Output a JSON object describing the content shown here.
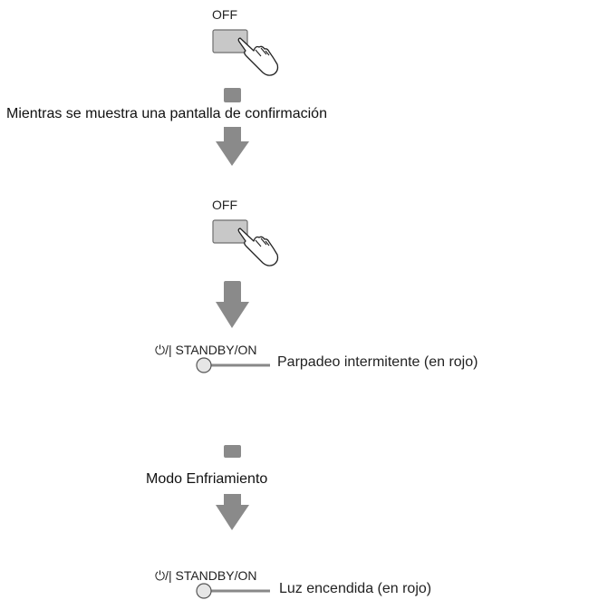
{
  "steps": {
    "off_label_1": "OFF",
    "confirm_text": "Mientras se muestra una pantalla de confirmación",
    "off_label_2": "OFF",
    "standby_label_1": "⏻/| STANDBY/ON",
    "led_text_1": "Parpadeo intermitente (en rojo)",
    "mode_text": "Modo Enfriamiento",
    "standby_label_2": "⏻/| STANDBY/ON",
    "led_text_2": "Luz encendida (en rojo)"
  },
  "colors": {
    "button_fill": "#c8c8c8",
    "arrow_fill": "#8a8a8a",
    "line": "#888888"
  },
  "icons": {
    "hand": "pointing-hand-icon",
    "arrow": "down-arrow-icon",
    "led": "led-indicator-icon"
  }
}
